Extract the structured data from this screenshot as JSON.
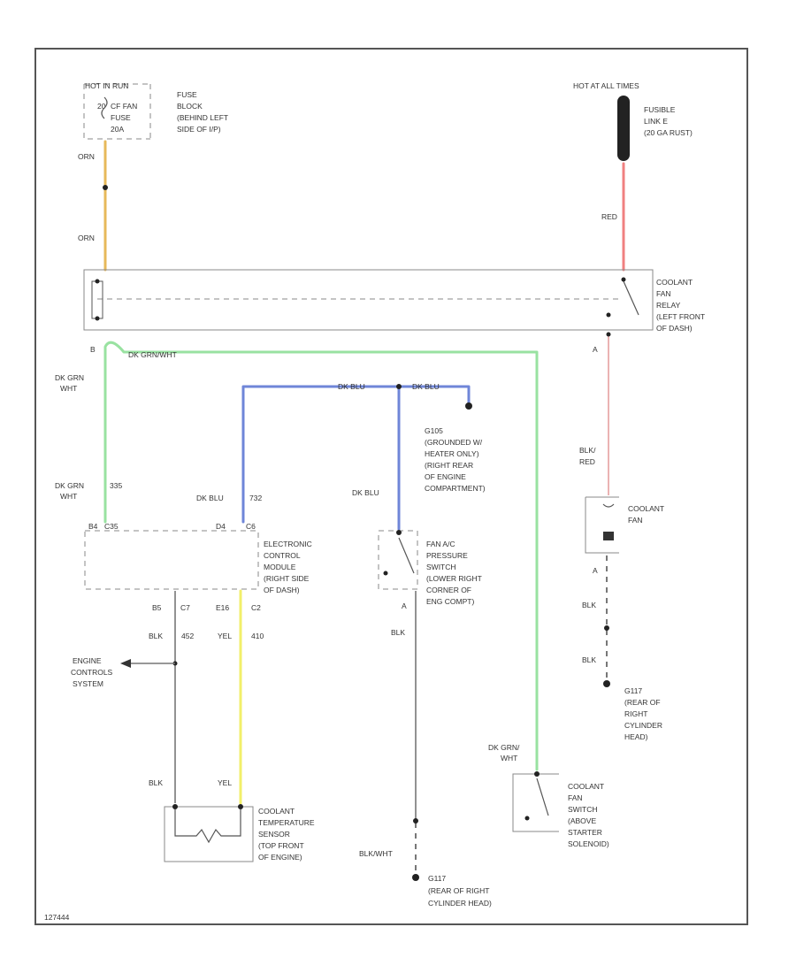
{
  "colors": {
    "orn": "#e7b95a",
    "red": "#f08080",
    "red_thin": "#e6a0a0",
    "dk_grn": "#99e2a1",
    "dk_blu": "#6f86d8",
    "yel": "#f2ef6a",
    "blk": "#777777"
  },
  "fuse_block": {
    "hot": "HOT IN RUN",
    "fuse_num": "20",
    "fuse_amp": "CF FAN",
    "fuse_label": "FUSE",
    "fuse_amp2": "20A",
    "desc": [
      "FUSE",
      "BLOCK",
      "(BEHIND LEFT",
      "SIDE OF I/P)"
    ]
  },
  "fusible_link": {
    "hot": "HOT AT ALL TIMES",
    "desc": [
      "FUSIBLE",
      "LINK E",
      "(20 GA RUST)"
    ]
  },
  "wires": {
    "orn_1": "ORN",
    "orn_2": "ORN",
    "red": "RED",
    "dk_grn_wht_top": "DK GRN/WHT",
    "dk_grn_wht_left_1": "DK GRN",
    "dk_grn_wht_left_2": "WHT",
    "dk_grn_wht_mid_1": "DK GRN",
    "dk_grn_wht_mid_2": "WHT",
    "dk_grn_wht_mid_3": "335",
    "dk_blu_top_1": "DK BLU",
    "dk_blu_top_2": "DK BLU",
    "dk_blu_ecm": "DK BLU",
    "dk_blu_ecm_pin": "732",
    "dk_blu_switch": "DK BLU",
    "blk_red_1": "BLK/",
    "blk_red_2": "RED",
    "pin_a_relay": "A",
    "pin_a_fan": "A",
    "blk_fan_1": "BLK",
    "blk_fan_2": "BLK",
    "blk_ac": "BLK",
    "pin_a_ac": "A",
    "blk_ecm_pin": "B5",
    "blk_ecm_pin2": "C7",
    "yel_ecm_pin": "E16",
    "yel_ecm_pin2": "C2",
    "blk_ecm": "BLK",
    "blk_ecm_num": "452",
    "yel_ecm": "YEL",
    "yel_ecm_num": "410",
    "blk_sensor": "BLK",
    "yel_sensor": "YEL",
    "blk_wht": "BLK/WHT",
    "dk_grn_wht_bottom_1": "DK GRN/",
    "dk_grn_wht_bottom_2": "WHT",
    "pin_b": "B"
  },
  "relay": {
    "desc": [
      "COOLANT",
      "FAN",
      "RELAY",
      "(LEFT FRONT",
      "OF DASH)"
    ]
  },
  "ground_g105": {
    "desc": [
      "G105",
      "(GROUNDED W/",
      "HEATER ONLY)",
      "(RIGHT REAR",
      "OF ENGINE",
      "COMPARTMENT)"
    ]
  },
  "ecm": {
    "pin_left": "B4",
    "pin_left2": "C35",
    "pin_right": "D4",
    "pin_right2": "C6",
    "desc": [
      "ELECTRONIC",
      "CONTROL",
      "MODULE",
      "(RIGHT SIDE",
      "OF DASH)"
    ]
  },
  "ac_switch": {
    "desc": [
      "FAN A/C",
      "PRESSURE",
      "SWITCH",
      "(LOWER RIGHT",
      "CORNER OF",
      "ENG COMPT)"
    ]
  },
  "coolant_fan": {
    "desc": [
      "COOLANT",
      "FAN"
    ]
  },
  "g117_right": {
    "desc": [
      "G117",
      "(REAR OF",
      "RIGHT",
      "CYLINDER",
      "HEAD)"
    ]
  },
  "engine_controls": {
    "desc": [
      "ENGINE",
      "CONTROLS",
      "SYSTEM"
    ]
  },
  "temp_sensor": {
    "desc": [
      "COOLANT",
      "TEMPERATURE",
      "SENSOR",
      "(TOP FRONT",
      "OF ENGINE)"
    ]
  },
  "g117_bottom": {
    "desc": [
      "G117",
      "(REAR OF RIGHT",
      "CYLINDER HEAD)"
    ]
  },
  "fan_switch": {
    "desc": [
      "COOLANT",
      "FAN",
      "SWITCH",
      "(ABOVE",
      "STARTER",
      "SOLENOID)"
    ]
  },
  "figure_id": "127444"
}
